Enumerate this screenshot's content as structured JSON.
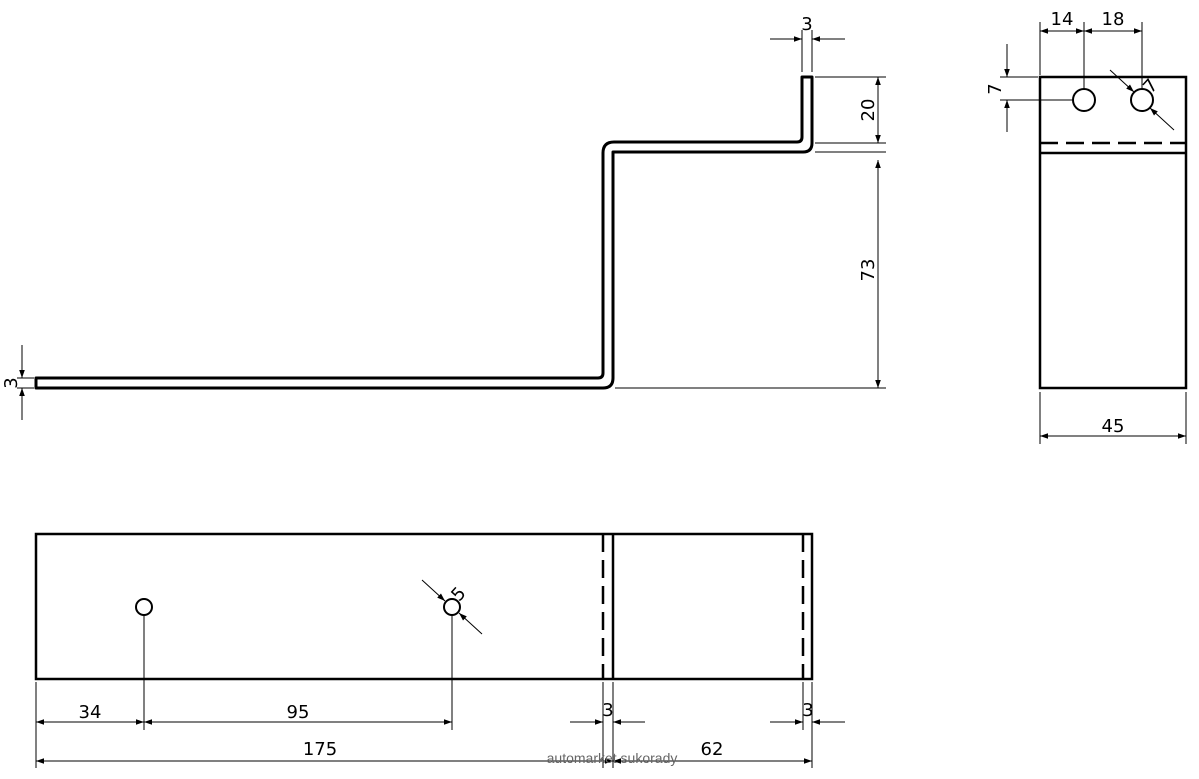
{
  "dimensions": {
    "side_top_thickness": "3",
    "side_upper_height": "20",
    "side_lower_height": "73",
    "side_left_thickness": "3",
    "end_hole_spacing_left": "14",
    "end_hole_spacing_right": "18",
    "end_hole_offset": "7",
    "end_hole_diameter": "7",
    "end_width": "45",
    "plan_hole_diameter": "5",
    "plan_first_hole": "34",
    "plan_hole_spacing": "95",
    "plan_bend_thickness_1": "3",
    "plan_bend_thickness_2": "3",
    "plan_long_length": "175",
    "plan_short_length": "62"
  },
  "watermark": "automarket sukorady",
  "colors": {
    "line": "#000000",
    "watermark": "#666666"
  }
}
